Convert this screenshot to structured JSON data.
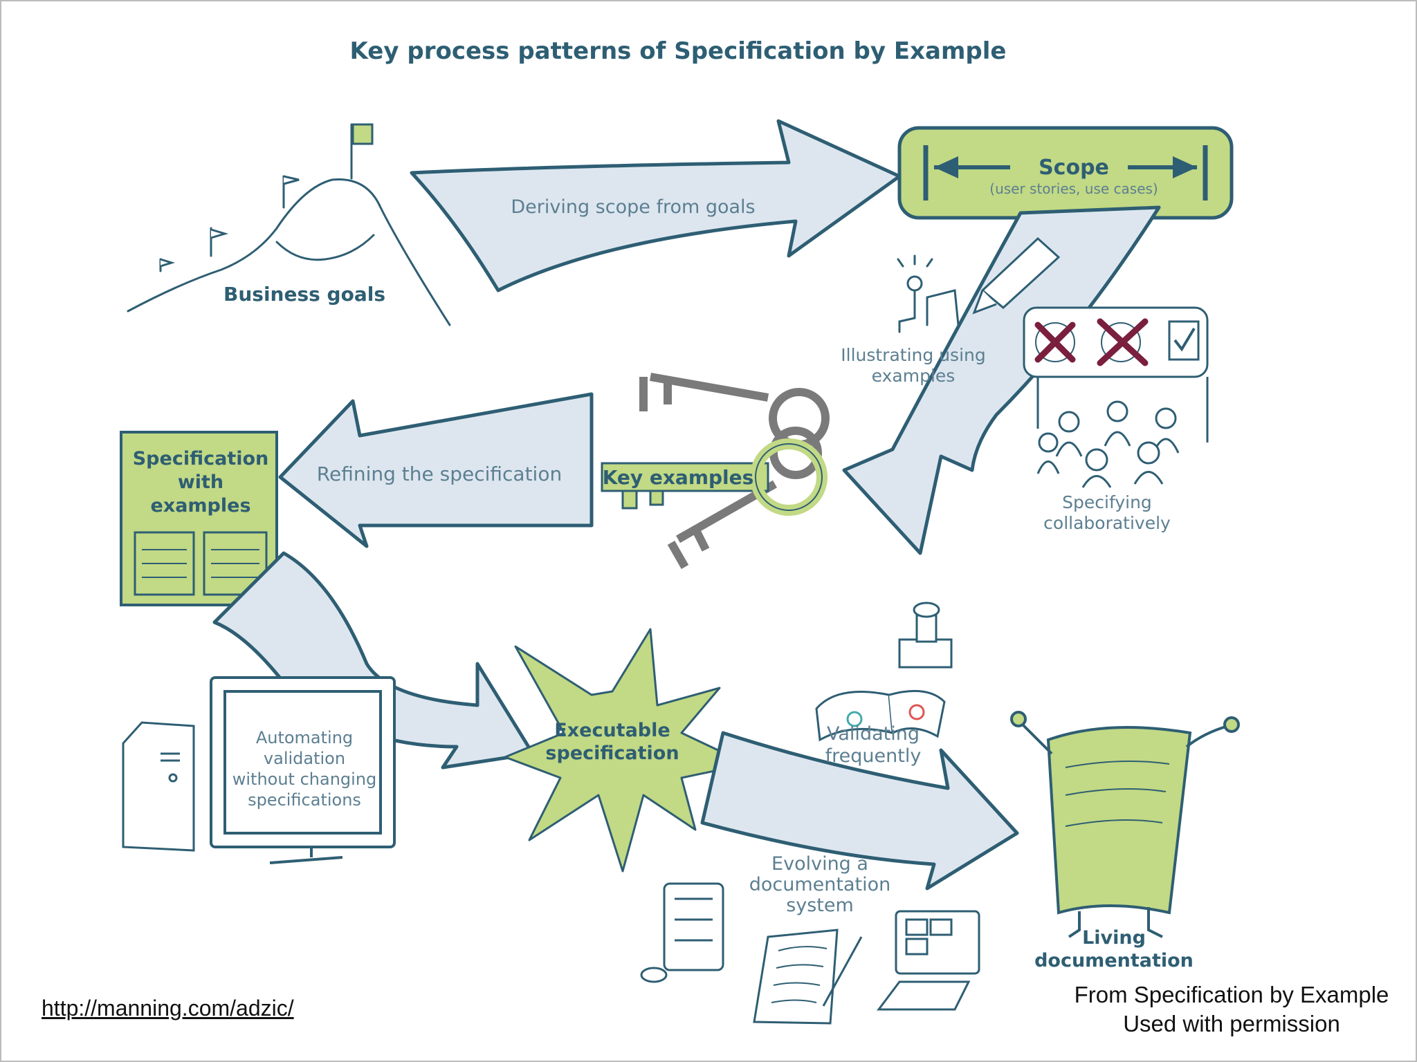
{
  "title": "Key process patterns of Specification by Example",
  "nodes": {
    "business_goals": "Business goals",
    "scope": "Scope",
    "scope_sub": "(user stories, use cases)",
    "key_examples": "Key examples",
    "spec_line1": "Specification",
    "spec_line2": "with",
    "spec_line3": "examples",
    "exec_line1": "Executable",
    "exec_line2": "specification",
    "living_line1": "Living",
    "living_line2": "documentation"
  },
  "processes": {
    "deriving": "Deriving scope from goals",
    "illustrating_1": "Illustrating using",
    "illustrating_2": "examples",
    "specifying_1": "Specifying",
    "specifying_2": "collaboratively",
    "refining": "Refining the specification",
    "automating_1": "Automating",
    "automating_2": "validation",
    "automating_3": "without changing",
    "automating_4": "specifications",
    "validating_1": "Validating",
    "validating_2": "frequently",
    "evolving_1": "Evolving a",
    "evolving_2": "documentation",
    "evolving_3": "system"
  },
  "footer": {
    "link": "http://manning.com/adzic/",
    "credit_1": "From Specification by Example",
    "credit_2": "Used with permission"
  },
  "colors": {
    "ink": "#2e5e73",
    "arrow_fill": "#dde6ef",
    "accent_green": "#c2d985",
    "key_gray": "#7a7a7a",
    "cross_red": "#7a1f3d",
    "label_text": "#5c7f91"
  },
  "icons": [
    "mountain-with-flags",
    "scope-arrows",
    "pencil-icon",
    "idea-person-icon",
    "crossed-sketches",
    "checkmark-icon",
    "people-group",
    "keys-icon",
    "computer-tower",
    "monitor",
    "starburst",
    "book-icon",
    "stamp-icon",
    "tablet-icon",
    "handwritten-page",
    "laptop-icon",
    "happy-document-character"
  ]
}
